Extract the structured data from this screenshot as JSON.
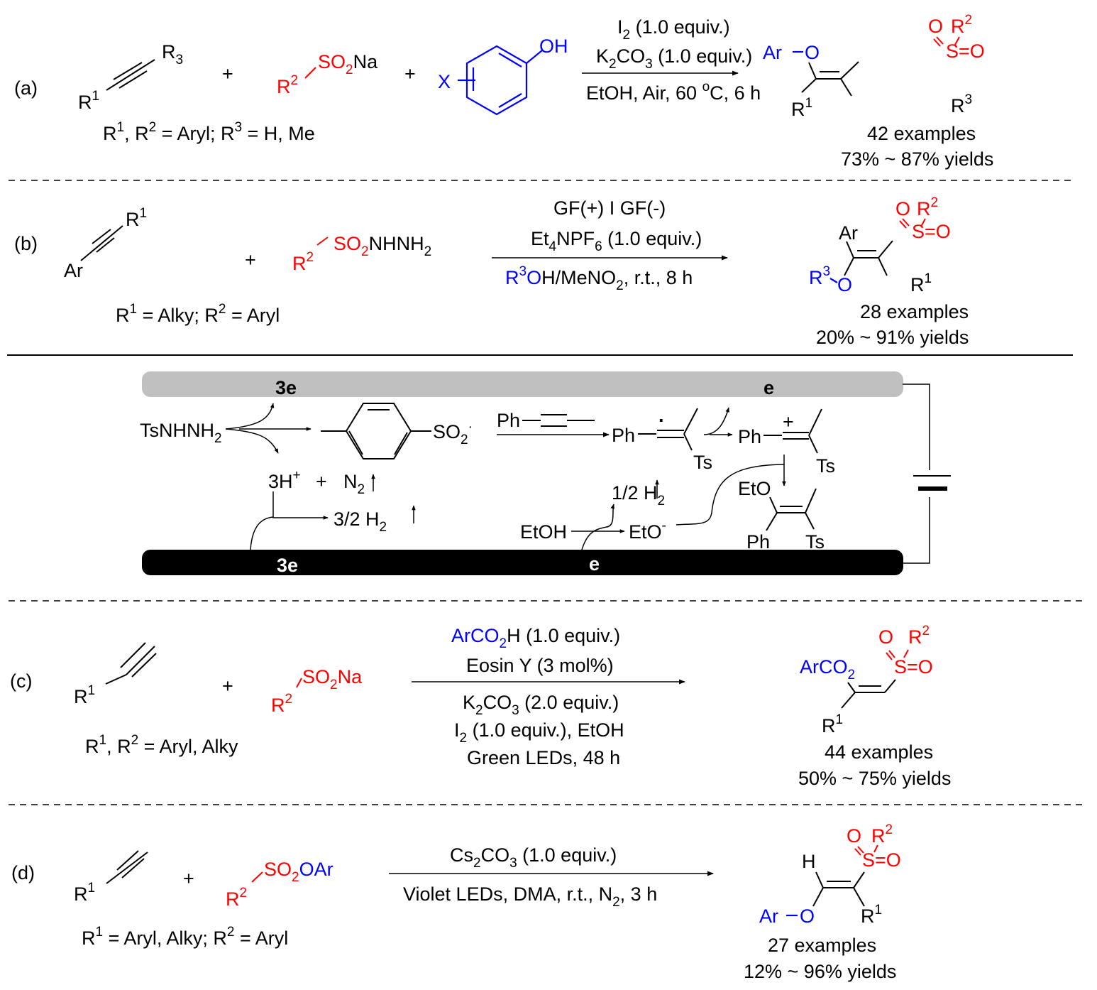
{
  "colors": {
    "reagent_red": "#ff0000",
    "reagent_blue": "#0000ff",
    "anode_gray": "#c0c0c0",
    "cathode_black": "#000000"
  },
  "a": {
    "label": "(a)",
    "alkyne_r1": "R",
    "alkyne_r1_sup": "1",
    "alkyne_r3": "R",
    "alkyne_r3_sub": "3",
    "plus": "+",
    "sulfinate_r": "R",
    "sulfinate_r_sup": "2",
    "sulfinate_so": "SO",
    "sulfinate_so_sub": "2",
    "sulfinate_na": "Na",
    "phenol_x": "X",
    "phenol_oh": "OH",
    "scope": {
      "r1": "R",
      "r1_sup": "1",
      "mid": ", R",
      "r2_sup": "2",
      "mid2": " = Aryl; R",
      "r3_sup": "3",
      "tail": " = H, Me"
    },
    "cond1": {
      "pre": "I",
      "sub": "2",
      "post": " (1.0 equiv.)"
    },
    "cond2": {
      "pre": "K",
      "sub1": "2",
      "mid": "CO",
      "sub2": "3",
      "post": " (1.0 equiv.)"
    },
    "cond3": {
      "pre": "EtOH, Air, 60 ",
      "sup": "o",
      "post": "C, 6 h"
    },
    "product": {
      "ar": "Ar",
      "o": "O",
      "so_o": "O",
      "so_r": "R",
      "so_r_sup": "2",
      "s": "S",
      "eq_o": "=O",
      "r1": "R",
      "r1_sup": "1",
      "r3": "R",
      "r3_sup": "3"
    },
    "examples": "42 examples",
    "yields": "73% ~ 87% yields"
  },
  "b": {
    "label": "(b)",
    "alkyne_ar": "Ar",
    "alkyne_r1": "R",
    "alkyne_r1_sup": "1",
    "plus": "+",
    "hydrazide_r": "R",
    "hydrazide_r_sup": "2",
    "hydrazide_so": "SO",
    "hydrazide_so_sub": "2",
    "hydrazide_tail": "NHNH",
    "hydrazide_tail_sub": "2",
    "scope": {
      "r1": "R",
      "r1_sup": "1",
      "mid": " = Alky; R",
      "r2_sup": "2",
      "tail": " = Aryl"
    },
    "cond1": "GF(+) I GF(-)",
    "cond2": {
      "pre": "Et",
      "sub1": "4",
      "mid": "NPF",
      "sub2": "6",
      "post": " (1.0 equiv.)"
    },
    "cond3": {
      "blue_r": "R",
      "blue_sup": "3",
      "blue_o": "O",
      "post": "H/MeNO",
      "sub": "2",
      "tail": ", r.t., 8 h"
    },
    "product": {
      "ar": "Ar",
      "so_o": "O",
      "so_r": "R",
      "so_r_sup": "2",
      "s": "S",
      "eq_o": "=O",
      "r3": "R",
      "r3_sup": "3",
      "o": "O",
      "r1": "R",
      "r1_sup": "1"
    },
    "examples": "28 examples",
    "yields": "20% ~ 91% yields"
  },
  "mechanism": {
    "anode_e1": "3e",
    "anode_e2": "e",
    "cathode_e1": "3e",
    "cathode_e2": "e",
    "tsnhnh2": "TsNHNH",
    "tsnhnh2_sub": "2",
    "so2_radical": "SO",
    "so2_sub": "2",
    "so2_dot": "·",
    "h_plus": "3H",
    "h_plus_sup": "+",
    "plus": "+",
    "n2": "N",
    "n2_sub": "2",
    "h2_a": "3/2 H",
    "h2_a_sub": "2",
    "ph_alkyne": "Ph",
    "vinyl_radical_ph": "Ph",
    "vinyl_radical_ts": "Ts",
    "radical_dot": "·",
    "vinyl_cation_ph": "Ph",
    "vinyl_cation_ts": "Ts",
    "cation_plus": "+",
    "h2_b": "1/2 H",
    "h2_b_sub": "2",
    "etoh": "EtOH",
    "eto_minus": "EtO",
    "eto_minus_sup": "-",
    "product_eto": "EtO",
    "product_ph": "Ph",
    "product_ts": "Ts"
  },
  "c": {
    "label": "(c)",
    "alkyne_r1": "R",
    "alkyne_r1_sup": "1",
    "plus": "+",
    "sulfinate_r": "R",
    "sulfinate_r_sup": "2",
    "sulfinate_so": "SO",
    "sulfinate_so_sub": "2",
    "sulfinate_na": "Na",
    "scope": {
      "r1": "R",
      "r1_sup": "1",
      "mid": ", R",
      "r2_sup": "2",
      "tail": " = Aryl, Alky"
    },
    "cond1": {
      "blue": "ArCO",
      "blue_sub": "2",
      "post": "H (1.0 equiv.)"
    },
    "cond2": "Eosin Y (3 mol%)",
    "cond3": {
      "pre": "K",
      "sub1": "2",
      "mid": "CO",
      "sub2": "3",
      "post": " (2.0 equiv.)"
    },
    "cond4": {
      "pre": "I",
      "sub": "2",
      "post": " (1.0 equiv.), EtOH"
    },
    "cond5": "Green LEDs, 48 h",
    "product": {
      "arco": "ArCO",
      "arco_sub": "2",
      "so_o": "O",
      "so_r": "R",
      "so_r_sup": "2",
      "s": "S",
      "eq_o": "=O",
      "r1": "R",
      "r1_sup": "1"
    },
    "examples": "44 examples",
    "yields": "50% ~ 75% yields"
  },
  "d": {
    "label": "(d)",
    "alkyne_r1": "R",
    "alkyne_r1_sup": "1",
    "plus": "+",
    "ester_r": "R",
    "ester_r_sup": "2",
    "ester_so": "SO",
    "ester_so_sub": "2",
    "ester_oar": "OAr",
    "scope": {
      "r1": "R",
      "r1_sup": "1",
      "mid": " = Aryl, Alky; R",
      "r2_sup": "2",
      "tail": " = Aryl"
    },
    "cond1": {
      "pre": "Cs",
      "sub1": "2",
      "mid": "CO",
      "sub2": "3",
      "post": " (1.0 equiv.)"
    },
    "cond2": {
      "pre": "Violet LEDs, DMA, r.t., N",
      "sub": "2",
      "post": ", 3 h"
    },
    "product": {
      "h": "H",
      "so_o": "O",
      "so_r": "R",
      "so_r_sup": "2",
      "s": "S",
      "eq_o": "=O",
      "ar": "Ar",
      "o": "O",
      "r1": "R",
      "r1_sup": "1"
    },
    "examples": "27 examples",
    "yields": "12% ~ 96% yields"
  }
}
